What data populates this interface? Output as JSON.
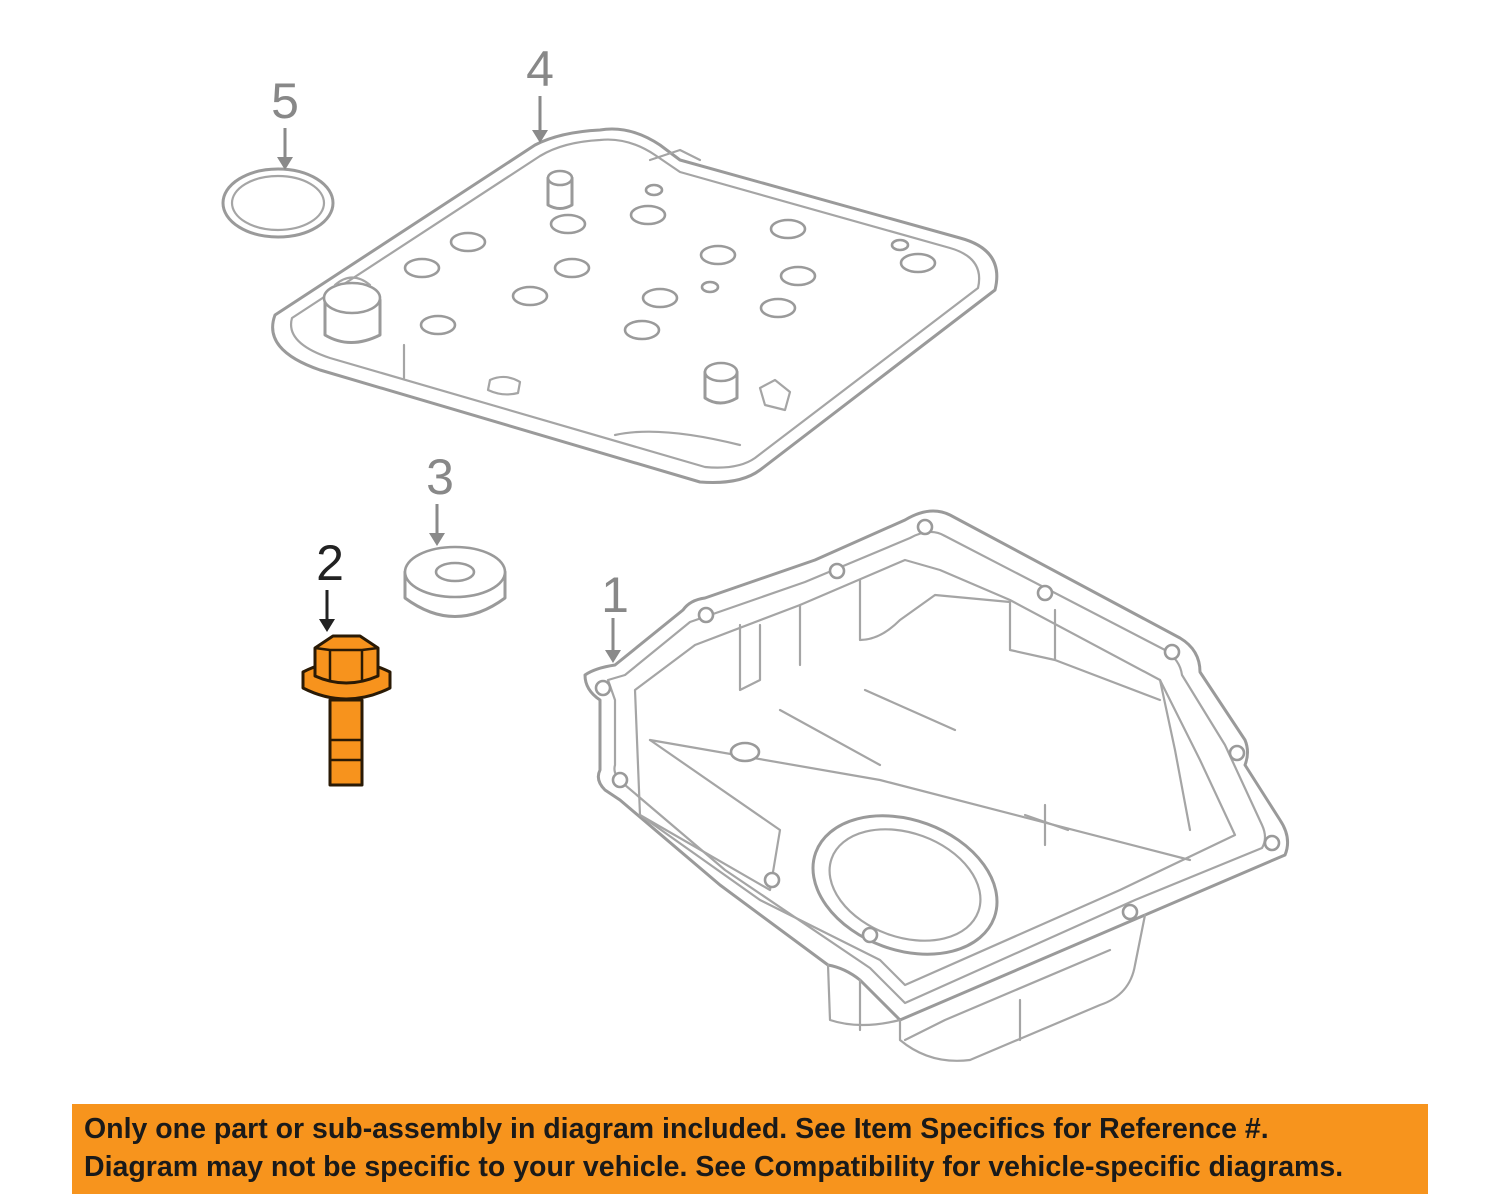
{
  "callouts": {
    "part_1": "1",
    "part_2": "2",
    "part_3": "3",
    "part_4": "4",
    "part_5": "5"
  },
  "highlighted_part": "2",
  "colors": {
    "highlight": "#f7931d",
    "banner": "#f7941d",
    "line_art": "#9a9a9a"
  },
  "banner": {
    "line1": "Only one part or sub-assembly in diagram included. See Item Specifics for Reference #.",
    "line2": "Diagram may not be specific to your vehicle. See Compatibility for vehicle-specific diagrams."
  }
}
